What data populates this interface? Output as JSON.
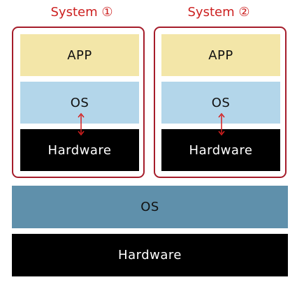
{
  "systems": [
    {
      "title": "System ①",
      "app_label": "APP",
      "os_label": "OS",
      "hardware_label": "Hardware"
    },
    {
      "title": "System ②",
      "app_label": "APP",
      "os_label": "OS",
      "hardware_label": "Hardware"
    }
  ],
  "host": {
    "os_label": "OS",
    "hardware_label": "Hardware"
  },
  "colors": {
    "title_red": "#cc1f1f",
    "frame_red": "#a51c2a",
    "app_fill": "#f3e6a8",
    "guest_os_fill": "#b3d6ea",
    "host_os_fill": "#5f90ab",
    "hardware_fill": "#000000",
    "arrow_red": "#d61f1f"
  },
  "icons": {
    "os_hardware_link": "double-headed-arrow-icon"
  }
}
